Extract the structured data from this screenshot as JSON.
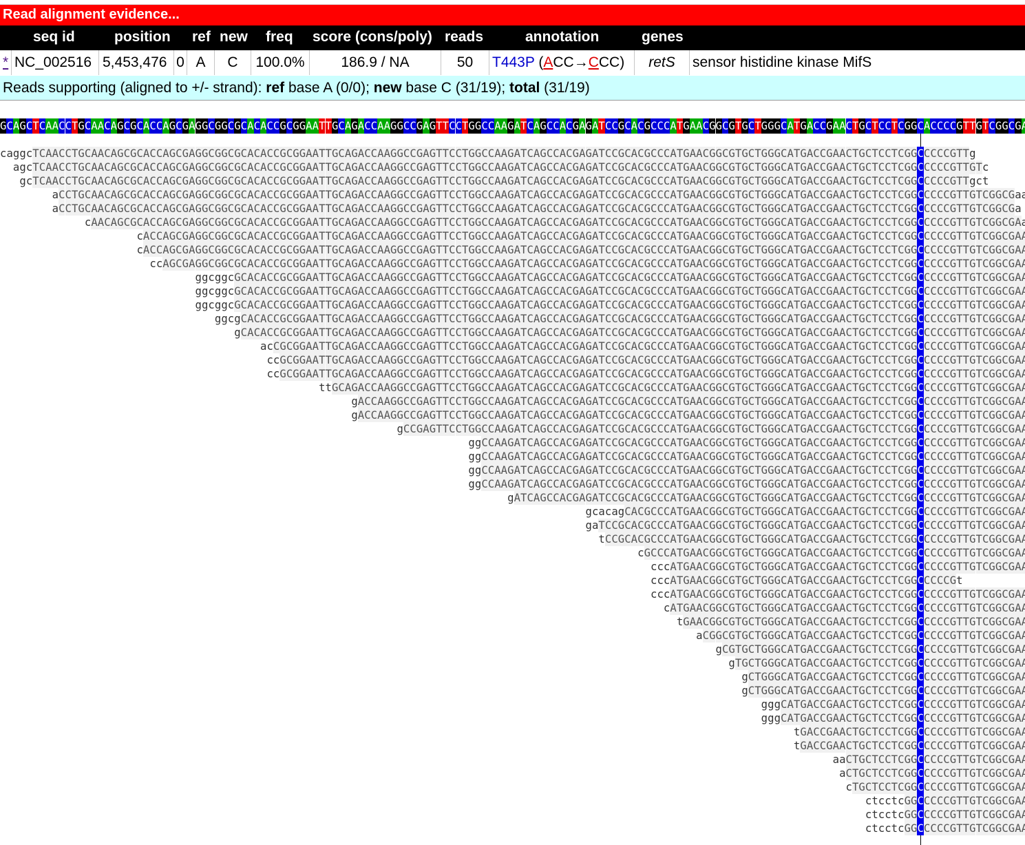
{
  "title": "Read alignment evidence...",
  "header": {
    "seq_id": "seq id",
    "position": "position",
    "ref": "ref",
    "new": "new",
    "freq": "freq",
    "score": "score (cons/poly)",
    "reads": "reads",
    "annotation": "annotation",
    "genes": "genes"
  },
  "row": {
    "link": "*",
    "seq_id": "NC_002516",
    "position": "5,453,476",
    "index": "0",
    "ref": "A",
    "new": "C",
    "freq": "100.0%",
    "score": "186.9 / NA",
    "reads": "50",
    "annotation_mut": "T443P",
    "annotation_paren_open": " (",
    "annotation_ref_first": "A",
    "annotation_ref_rest": "CC",
    "annotation_arrow": "→",
    "annotation_new_first": "C",
    "annotation_new_rest": "CC",
    "annotation_paren_close": ")",
    "gene": "retS",
    "description": "sensor histidine kinase MifS"
  },
  "support": {
    "prefix": "Reads supporting (aligned to +/- strand):  ",
    "ref_label": "ref",
    "ref_text": " base A (0/0);  ",
    "new_label": "new",
    "new_text": " base C (31/19);  ",
    "total_label": "total",
    "total_text": " (31/19)"
  },
  "colors": {
    "A": "#00aa00",
    "C": "#0000dd",
    "G": "#000000",
    "T": "#ee0000",
    "title_bar": "#ff0000",
    "support_bg": "#ccffff",
    "snp_column": "#0000ee"
  },
  "reference_sequence": "GCAGCTCAACCTGCAACAGCGCACCAGCGAGGCGGCGCACACCGCGGAATTGCAGACCAAGGCCGAGTTCCTGGCCAAGATCAGCCACGAGATCCGCACGCCCATGAACGGCGTGCTGGGCATGACCGAACTGCTCCTCGGCACCCCGTTGTCGGCGAA",
  "reads": [
    {
      "offset": 0,
      "text": "caggcTCAACCTGCAACAGCGCACCAGCGAGGCGGCGCACACCGCGGAATTGCAGACCAAGGCCGAGTTCCTGGCCAAGATCAGCCACGAGATCCGCACGCCCATGAACGGCGTGCTGGGCATGACCGAACTGCTCCTCGGCCCCCGTTg"
    },
    {
      "offset": 2,
      "text": "agcTCAACCTGCAACAGCGCACCAGCGAGGCGGCGCACACCGCGGAATTGCAGACCAAGGCCGAGTTCCTGGCCAAGATCAGCCACGAGATCCGCACGCCCATGAACGGCGTGCTGGGCATGACCGAACTGCTCCTCGGCCCCCGTTGTc"
    },
    {
      "offset": 3,
      "text": "gcTCAACCTGCAACAGCGCACCAGCGAGGCGGCGCACACCGCGGAATTGCAGACCAAGGCCGAGTTCCTGGCCAAGATCAGCCACGAGATCCGCACGCCCATGAACGGCGTGCTGGGCATGACCGAACTGCTCCTCGGCCCCCGTTgct"
    },
    {
      "offset": 8,
      "text": "aCCTGCAACAGCGCACCAGCGAGGCGGCGCACACCGCGGAATTGCAGACCAAGGCCGAGTTCCTGGCCAAGATCAGCCACGAGATCCGCACGCCCATGAACGGCGTGCTGGGCATGACCGAACTGCTCCTCGGCCCCCGTTGTCGGCGaa"
    },
    {
      "offset": 8,
      "text": "aCCTGCAACAGCGCACCAGCGAGGCGGCGCACACCGCGGAATTGCAGACCAAGGCCGAGTTCCTGGCCAAGATCAGCCACGAGATCCGCACGCCCATGAACGGCGTGCTGGGCATGACCGAACTGCTCCTCGGCCCCCGTTGTCGGCGa"
    },
    {
      "offset": 13,
      "text": "cAACAGCGCACCAGCGAGGCGGCGCACACCGCGGAATTGCAGACCAAGGCCGAGTTCCTGGCCAAGATCAGCCACGAGATCCGCACGCCCATGAACGGCGTGCTGGGCATGACCGAACTGCTCCTCGGCCCCCGTTGTCGGCGAag"
    },
    {
      "offset": 21,
      "text": "cACCAGCGAGGCGGCGCACACCGCGGAATTGCAGACCAAGGCCGAGTTCCTGGCCAAGATCAGCCACGAGATCCGCACGCCCATGAACGGCGTGCTGGGCATGACCGAACTGCTCCTCGGCCCCCGTTGTCGGCGAA"
    },
    {
      "offset": 21,
      "text": "cACCAGCGAGGCGGCGCACACCGCGGAATTGCAGACCAAGGCCGAGTTCCTGGCCAAGATCAGCCACGAGATCCGCACGCCCATGAACGGCGTGCTGGGCATGACCGAACTGCTCCTCGGCCCCCGTTGTCGGCGAA"
    },
    {
      "offset": 23,
      "text": "ccAGCGAGGCGGCGCACACCGCGGAATTGCAGACCAAGGCCGAGTTCCTGGCCAAGATCAGCCACGAGATCCGCACGCCCATGAACGGCGTGCTGGGCATGACCGAACTGCTCCTCGGCCCCCGTTGTCGGCGAA"
    },
    {
      "offset": 30,
      "text": "ggcggcGCACACCGCGGAATTGCAGACCAAGGCCGAGTTCCTGGCCAAGATCAGCCACGAGATCCGCACGCCCATGAACGGCGTGCTGGGCATGACCGAACTGCTCCTCGGCCCCCGTTGTCGGCGAA"
    },
    {
      "offset": 30,
      "text": "ggcggcGCACACCGCGGAATTGCAGACCAAGGCCGAGTTCCTGGCCAAGATCAGCCACGAGATCCGCACGCCCATGAACGGCGTGCTGGGCATGACCGAACTGCTCCTCGGCCCCCGTTGTCGGCGAA"
    },
    {
      "offset": 30,
      "text": "ggcggcGCACACCGCGGAATTGCAGACCAAGGCCGAGTTCCTGGCCAAGATCAGCCACGAGATCCGCACGCCCATGAACGGCGTGCTGGGCATGACCGAACTGCTCCTCGGCCCCCGTTGTCGGCGAA"
    },
    {
      "offset": 33,
      "text": "ggcgCACACCGCGGAATTGCAGACCAAGGCCGAGTTCCTGGCCAAGATCAGCCACGAGATCCGCACGCCCATGAACGGCGTGCTGGGCATGACCGAACTGCTCCTCGGCCCCCGTTGTCGGCGAA"
    },
    {
      "offset": 36,
      "text": "gCACACCGCGGAATTGCAGACCAAGGCCGAGTTCCTGGCCAAGATCAGCCACGAGATCCGCACGCCCATGAACGGCGTGCTGGGCATGACCGAACTGCTCCTCGGCCCCCGTTGTCGGCGAA"
    },
    {
      "offset": 40,
      "text": "acCGCGGAATTGCAGACCAAGGCCGAGTTCCTGGCCAAGATCAGCCACGAGATCCGCACGCCCATGAACGGCGTGCTGGGCATGACCGAACTGCTCCTCGGCCCCCGTTGTCGGCGAA"
    },
    {
      "offset": 41,
      "text": "ccGCGGAATTGCAGACCAAGGCCGAGTTCCTGGCCAAGATCAGCCACGAGATCCGCACGCCCATGAACGGCGTGCTGGGCATGACCGAACTGCTCCTCGGCCCCCGTTGTCGGCGAA"
    },
    {
      "offset": 41,
      "text": "ccGCGGAATTGCAGACCAAGGCCGAGTTCCTGGCCAAGATCAGCCACGAGATCCGCACGCCCATGAACGGCGTGCTGGGCATGACCGAACTGCTCCTCGGCCCCCGTTGTCGGCGAA"
    },
    {
      "offset": 49,
      "text": "ttGCAGACCAAGGCCGAGTTCCTGGCCAAGATCAGCCACGAGATCCGCACGCCCATGAACGGCGTGCTGGGCATGACCGAACTGCTCCTCGGCCCCCGTTGTCGGCGAA"
    },
    {
      "offset": 54,
      "text": "gACCAAGGCCGAGTTCCTGGCCAAGATCAGCCACGAGATCCGCACGCCCATGAACGGCGTGCTGGGCATGACCGAACTGCTCCTCGGCCCCCGTTGTCGGCGAA"
    },
    {
      "offset": 54,
      "text": "gACCAAGGCCGAGTTCCTGGCCAAGATCAGCCACGAGATCCGCACGCCCATGAACGGCGTGCTGGGCATGACCGAACTGCTCCTCGGCCCCCGTTGTCGGCGAA"
    },
    {
      "offset": 61,
      "text": "gCCGAGTTCCTGGCCAAGATCAGCCACGAGATCCGCACGCCCATGAACGGCGTGCTGGGCATGACCGAACTGCTCCTCGGCCCCCGTTGTCGGCGAA"
    },
    {
      "offset": 72,
      "text": "ggCCAAGATCAGCCACGAGATCCGCACGCCCATGAACGGCGTGCTGGGCATGACCGAACTGCTCCTCGGCCCCCGTTGTCGGCGAA"
    },
    {
      "offset": 72,
      "text": "ggCCAAGATCAGCCACGAGATCCGCACGCCCATGAACGGCGTGCTGGGCATGACCGAACTGCTCCTCGGCCCCCGTTGTCGGCGAA"
    },
    {
      "offset": 72,
      "text": "ggCCAAGATCAGCCACGAGATCCGCACGCCCATGAACGGCGTGCTGGGCATGACCGAACTGCTCCTCGGCCCCCGTTGTCGGCGAA"
    },
    {
      "offset": 72,
      "text": "ggCCAAGATCAGCCACGAGATCCGCACGCCCATGAACGGCGTGCTGGGCATGACCGAACTGCTCCTCGGCCCCCGTTGTCGGCGAA"
    },
    {
      "offset": 78,
      "text": "gATCAGCCACGAGATCCGCACGCCCATGAACGGCGTGCTGGGCATGACCGAACTGCTCCTCGGCCCCCGTTGTCGGCGAA"
    },
    {
      "offset": 90,
      "text": "gcacagCACGCCCATGAACGGCGTGCTGGGCATGACCGAACTGCTCCTCGGCCCCCGTTGTCGGCGAA"
    },
    {
      "offset": 90,
      "text": "gaTCCGCACGCCCATGAACGGCGTGCTGGGCATGACCGAACTGCTCCTCGGCCCCCGTTGTCGGCGAA"
    },
    {
      "offset": 92,
      "text": "tCCGCACGCCCATGAACGGCGTGCTGGGCATGACCGAACTGCTCCTCGGCCCCCGTTGTCGGCGAA"
    },
    {
      "offset": 98,
      "text": "cGCCCATGAACGGCGTGCTGGGCATGACCGAACTGCTCCTCGGCCCCCGTTGTCGGCGAA"
    },
    {
      "offset": 100,
      "text": "cccATGAACGGCGTGCTGGGCATGACCGAACTGCTCCTCGGCCCCCGTTGTCGGCGAA"
    },
    {
      "offset": 100,
      "text": "cccATGAACGGCGTGCTGGGCATGACCGAACTGCTCCTCGGCCCCCGt"
    },
    {
      "offset": 100,
      "text": "cccATGAACGGCGTGCTGGGCATGACCGAACTGCTCCTCGGCCCCCGTTGTCGGCGAA"
    },
    {
      "offset": 102,
      "text": "cATGAACGGCGTGCTGGGCATGACCGAACTGCTCCTCGGCCCCCGTTGTCGGCGAA"
    },
    {
      "offset": 104,
      "text": "tGAACGGCGTGCTGGGCATGACCGAACTGCTCCTCGGCCCCCGTTGTCGGCGAA"
    },
    {
      "offset": 107,
      "text": "aCGGCGTGCTGGGCATGACCGAACTGCTCCTCGGCCCCCGTTGTCGGCGAA"
    },
    {
      "offset": 110,
      "text": "gCGTGCTGGGCATGACCGAACTGCTCCTCGGCCCCCGTTGTCGGCGAA"
    },
    {
      "offset": 112,
      "text": "gTGCTGGGCATGACCGAACTGCTCCTCGGCCCCCGTTGTCGGCGAA"
    },
    {
      "offset": 114,
      "text": "gCTGGGCATGACCGAACTGCTCCTCGGCCCCCGTTGTCGGCGAA"
    },
    {
      "offset": 114,
      "text": "gCTGGGCATGACCGAACTGCTCCTCGGCCCCCGTTGTCGGCGAA"
    },
    {
      "offset": 117,
      "text": "gggCATGACCGAACTGCTCCTCGGCCCCCGTTGTCGGCGAA"
    },
    {
      "offset": 117,
      "text": "gggCATGACCGAACTGCTCCTCGGCCCCCGTTGTCGGCGAA"
    },
    {
      "offset": 122,
      "text": "tGACCGAACTGCTCCTCGGCCCCCGTTGTCGGCGAA"
    },
    {
      "offset": 122,
      "text": "tGACCGAACTGCTCCTCGGCCCCCGTTGTCGGCGAA"
    },
    {
      "offset": 128,
      "text": "aaCTGCTCCTCGGCCCCCGTTGTCGGCGAA"
    },
    {
      "offset": 129,
      "text": "aCTGCTCCTCGGCCCCCGTTGTCGGCGAA"
    },
    {
      "offset": 130,
      "text": "cTGCTCCTCGGCCCCCGTTGTCGGCGAA"
    },
    {
      "offset": 133,
      "text": "ctcctcGGCCCCCGTTGTCGGCGAA"
    },
    {
      "offset": 133,
      "text": "ctcctcGGCCCCCGTTGTCGGCGAA"
    },
    {
      "offset": 133,
      "text": "ctcctcGGCCCCCGTTGTCGGCGAA"
    }
  ]
}
